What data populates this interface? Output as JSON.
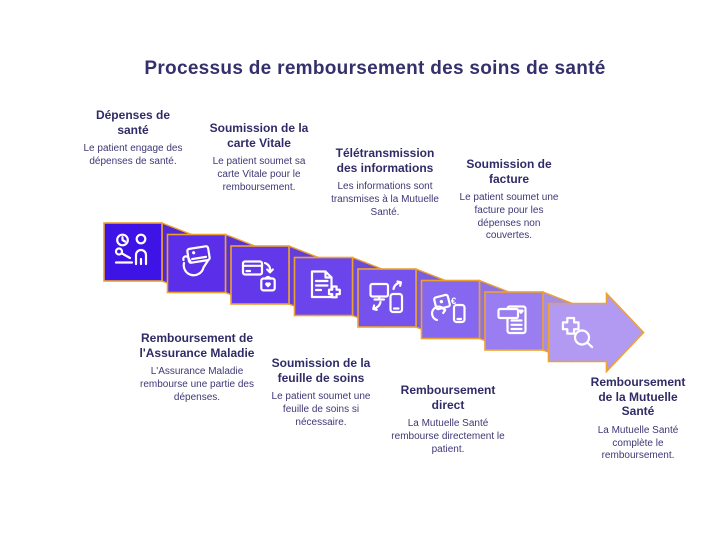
{
  "title": "Processus de remboursement des soins de santé",
  "diagram": {
    "type": "folded-ribbon-process-arrow",
    "flow_direction": "left-to-right",
    "segments": 8,
    "currency_symbol": "€"
  },
  "colors": {
    "background": "#FFFFFF",
    "outline_gold": "#EDA230",
    "title_text": "#34306B",
    "step_title_text": "#302B66",
    "step_body_text": "#3E3875",
    "icon_stroke": "#FFFFFF",
    "panel_colors": [
      "#3D13E6",
      "#5B2EE9",
      "#6338EA",
      "#6C44EC",
      "#7551EE",
      "#8667EF",
      "#997DF1",
      "#B29AF3"
    ],
    "fold_colors": [
      "#5229D2",
      "#5A32D4",
      "#633ED7",
      "#6C4ADA",
      "#7B5EDD",
      "#8D72E0",
      "#A58CE4"
    ]
  },
  "steps": [
    {
      "title": "Dépenses de santé",
      "description": "Le patient engage des dépenses de santé.",
      "label_position": "top",
      "icon": "patient-visit-icon"
    },
    {
      "title": "Remboursement de l'Assurance Maladie",
      "description": "L'Assurance Maladie rembourse une partie des dépenses.",
      "label_position": "bottom",
      "icon": "hand-card-icon"
    },
    {
      "title": "Soumission de la carte Vitale",
      "description": "Le patient soumet sa carte Vitale pour le remboursement.",
      "label_position": "top",
      "icon": "card-to-purse-icon"
    },
    {
      "title": "Soumission de la feuille de soins",
      "description": "Le patient soumet une feuille de soins si nécessaire.",
      "label_position": "bottom",
      "icon": "document-plus-icon"
    },
    {
      "title": "Télétransmission des informations",
      "description": "Les informations sont transmises à la Mutuelle Santé.",
      "label_position": "top",
      "icon": "devices-sync-icon"
    },
    {
      "title": "Remboursement direct",
      "description": "La Mutuelle Santé rembourse directement le patient.",
      "label_position": "bottom",
      "icon": "mobile-payment-icon"
    },
    {
      "title": "Soumission de facture",
      "description": "Le patient soumet une facture pour les dépenses non couvertes.",
      "label_position": "top",
      "icon": "invoice-icon"
    },
    {
      "title": "Remboursement de la Mutuelle Santé",
      "description": "La Mutuelle Santé complète le remboursement.",
      "label_position": "bottom",
      "icon": "medical-search-icon"
    }
  ]
}
